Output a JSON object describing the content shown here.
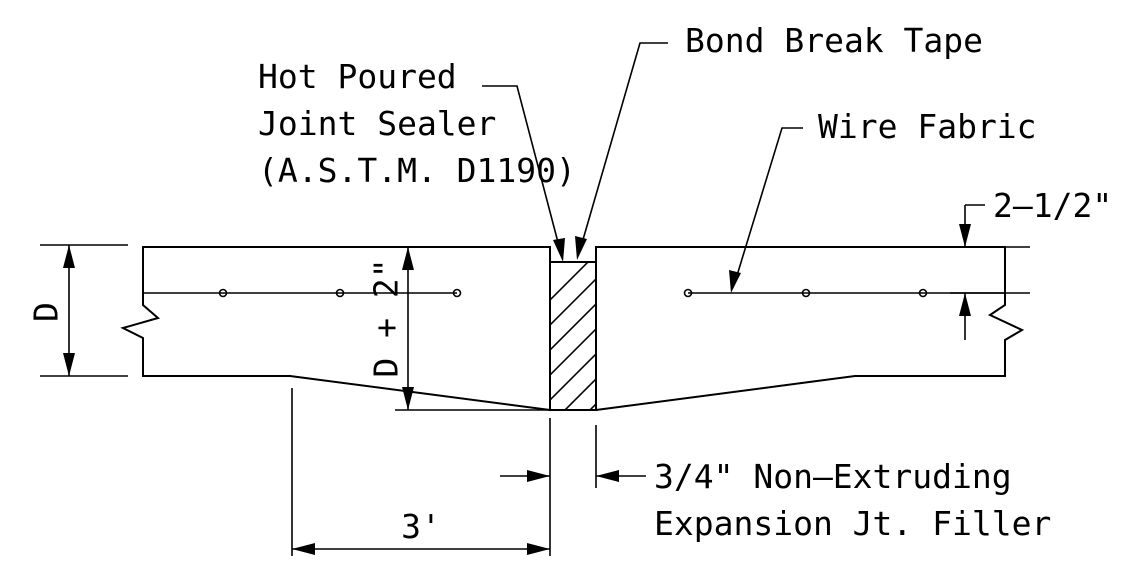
{
  "labels": {
    "hot_poured_line1": "Hot Poured",
    "hot_poured_line2": "Joint Sealer",
    "hot_poured_line3": "(A.S.T.M. D1190)",
    "bond_break": "Bond Break Tape",
    "wire_fabric": "Wire Fabric",
    "cover": "2–1/2\"",
    "depth": "D",
    "thickened": "D + 2\"",
    "filler_line1": "3/4\" Non–Extruding",
    "filler_line2": "Expansion Jt. Filler",
    "distance": "3'"
  }
}
